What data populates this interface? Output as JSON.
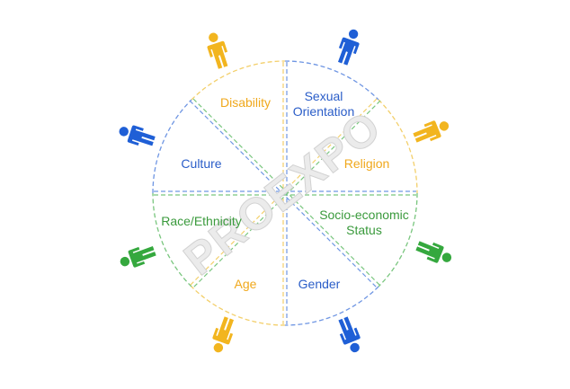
{
  "watermark": "PROEXPO",
  "colors": {
    "blue": "#1f5fd6",
    "yellow": "#f2b51f",
    "green": "#35a83e",
    "segment_text_yellow": "#f0a81c",
    "segment_text_blue": "#2a5dc8",
    "segment_text_green": "#3a9a3c"
  },
  "segments": [
    {
      "label": "Disability",
      "color": "yellow"
    },
    {
      "label": "Sexual",
      "label2": "Orientation",
      "color": "blue"
    },
    {
      "label": "Culture",
      "color": "blue"
    },
    {
      "label": "Religion",
      "color": "yellow"
    },
    {
      "label": "Race/Ethnicity",
      "color": "green"
    },
    {
      "label": "Socio-economic",
      "label2": "Status",
      "color": "green"
    },
    {
      "label": "Age",
      "color": "yellow"
    },
    {
      "label": "Gender",
      "color": "blue"
    }
  ],
  "people_icons": [
    "person-icon-yellow",
    "person-icon-blue",
    "person-icon-blue",
    "person-icon-yellow",
    "person-icon-green",
    "person-icon-green",
    "person-icon-yellow",
    "person-icon-blue"
  ]
}
